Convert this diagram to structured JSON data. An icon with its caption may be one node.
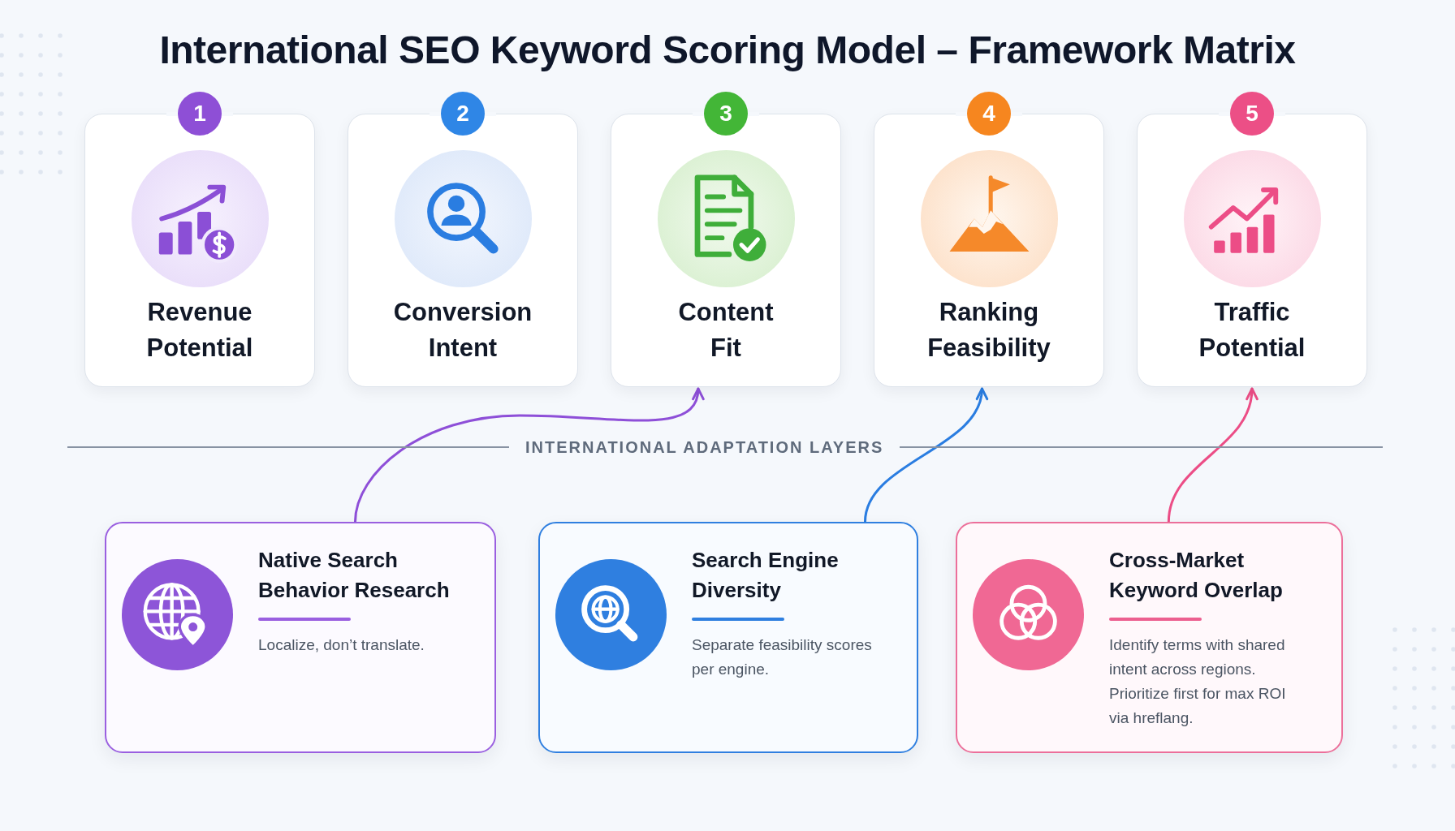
{
  "diagram": {
    "title": "International SEO Keyword Scoring Model – Framework Matrix",
    "nodes": [
      {
        "text": [
          "1"
        ]
      },
      {
        "text": [
          "Revenue Potential"
        ]
      },
      {
        "text": [
          "2"
        ]
      },
      {
        "text": [
          "Conversion Intent"
        ]
      },
      {
        "text": [
          "3"
        ]
      },
      {
        "text": [
          "Content Fit"
        ]
      },
      {
        "text": [
          "4"
        ]
      },
      {
        "text": [
          "Ranking Feasibility"
        ]
      },
      {
        "text": [
          "5"
        ]
      },
      {
        "text": [
          "Traffic Potential"
        ]
      },
      {
        "text": [
          "Native Search Behavior Research",
          "Localize, don’t translate."
        ]
      },
      {
        "text": [
          "Search Engine Diversity",
          "Separate feasibility scores per engine."
        ]
      },
      {
        "text": [
          "Cross-Market Keyword Overlap",
          "Identify terms with shared intent across regions. Prioritize first for max ROI via hreflang."
        ]
      }
    ],
    "edges": [
      {
        "from": 10,
        "to": 5,
        "arrow": "to",
        "color": "#8e4fd8"
      },
      {
        "from": 11,
        "to": 7,
        "arrow": "to",
        "color": "#2a7de1"
      },
      {
        "from": 12,
        "to": 9,
        "arrow": "to",
        "color": "#ec4d86"
      }
    ],
    "labels": [
      "INTERNATIONAL ADAPTATION LAYERS"
    ]
  }
}
